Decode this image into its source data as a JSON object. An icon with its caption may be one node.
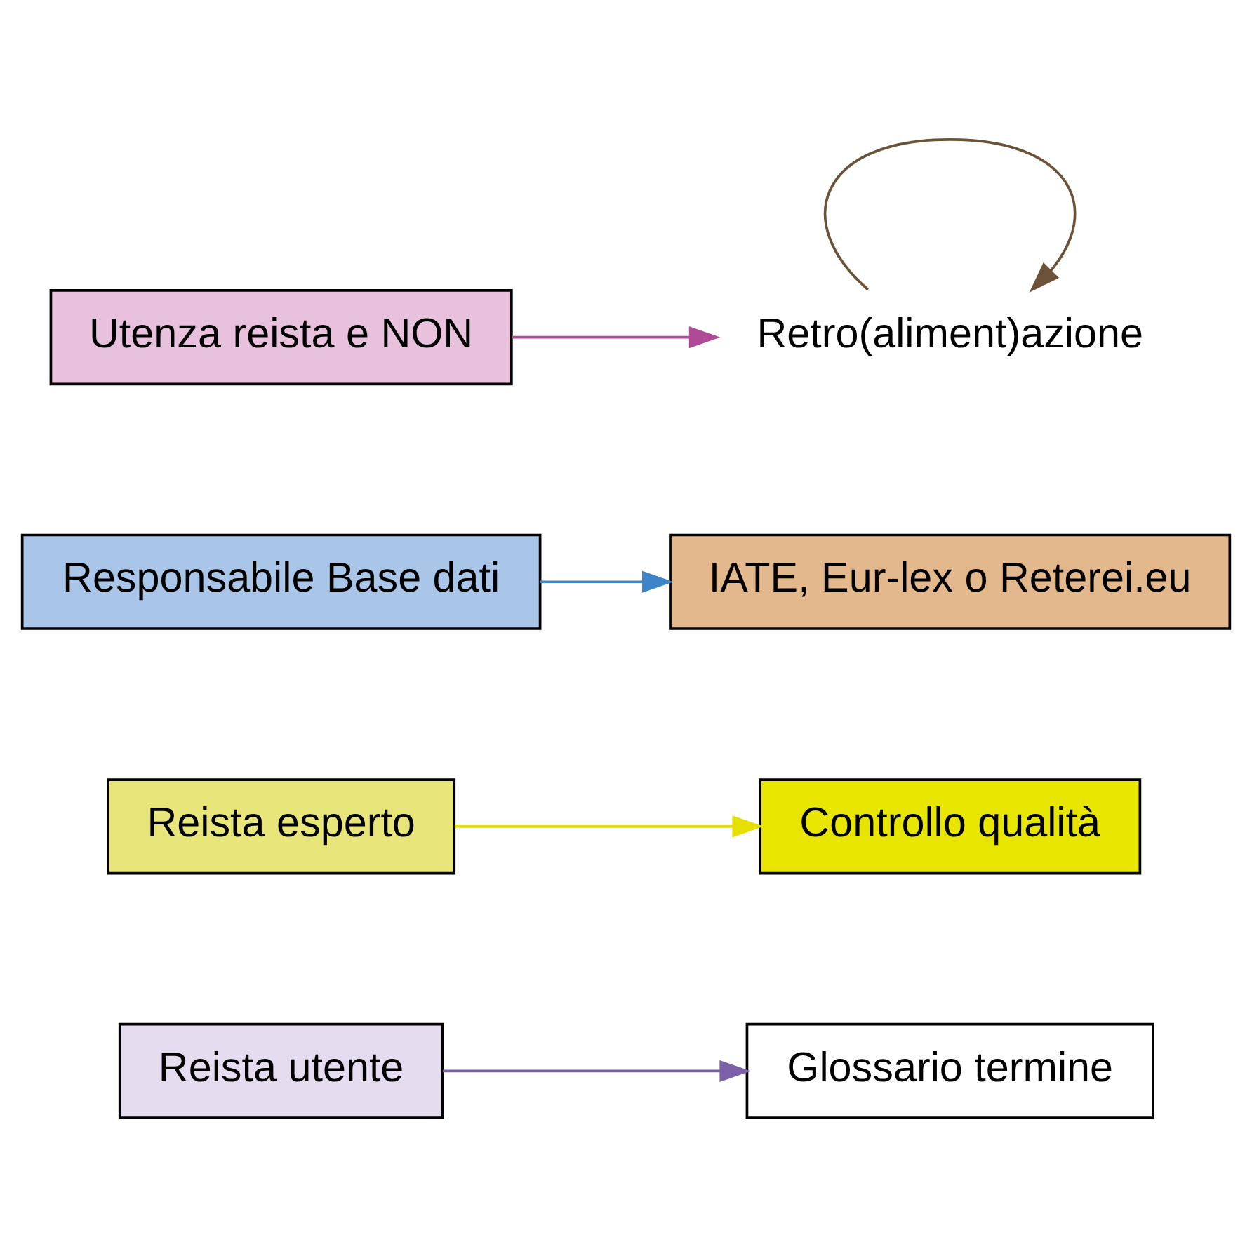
{
  "diagram": {
    "nodes": [
      {
        "text": [
          "Reista utente"
        ]
      },
      {
        "text": [
          "Glossario termine"
        ]
      },
      {
        "text": [
          "Reista esperto"
        ]
      },
      {
        "text": [
          "Controllo qualità"
        ]
      },
      {
        "text": [
          "Responsabile Base dati"
        ]
      },
      {
        "text": [
          "IATE, Eur-lex o Reterei.eu"
        ]
      },
      {
        "text": [
          "Utenza reista e NON"
        ]
      },
      {
        "text": [
          "Retro(aliment)azione"
        ]
      }
    ],
    "edges": [
      {
        "from": 0,
        "to": 1,
        "arrow": "to",
        "color": "#7b62a8"
      },
      {
        "from": 2,
        "to": 3,
        "arrow": "to",
        "color": "#e6e000"
      },
      {
        "from": 4,
        "to": 5,
        "arrow": "to",
        "color": "#3d85c6"
      },
      {
        "from": 6,
        "to": 7,
        "arrow": "to",
        "color": "#b04a94"
      },
      {
        "from": 7,
        "to": 7,
        "arrow": "to",
        "color": "#6b5238"
      }
    ]
  }
}
